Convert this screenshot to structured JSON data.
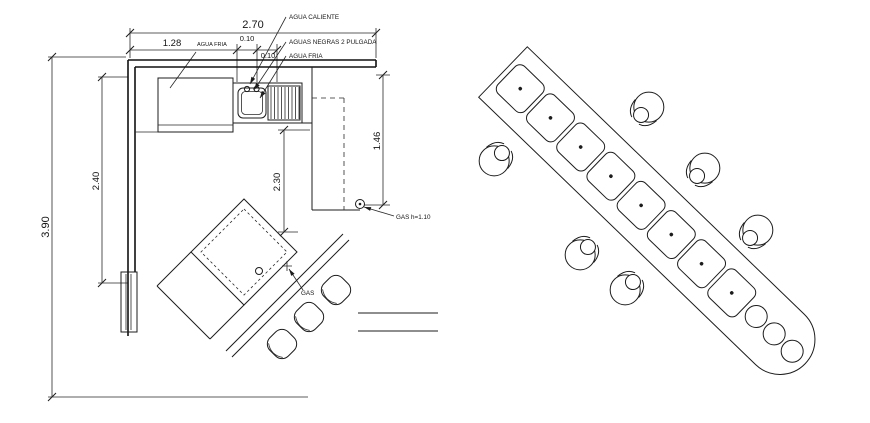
{
  "sheet": {
    "background": "#ffffff",
    "line_color": "#1c1c1c"
  },
  "plan": {
    "dims": {
      "top_width": "2.70",
      "counter_width": "1.28",
      "gap_a": "0.10",
      "gap_b": "0.10",
      "outer_height": "3.90",
      "inner_height": "2.40",
      "island_depth": "2.30",
      "right_depth": "1.46"
    },
    "labels": {
      "agua_fria_inline": "AGUA FRIA",
      "agua_caliente": "AGUA CALIENTE",
      "aguas_negras": "AGUAS NEGRAS 2 PULGADA",
      "agua_fria": "AGUA FRIA",
      "gas_height": "GAS  h=1.10",
      "gas": "GAS"
    }
  }
}
